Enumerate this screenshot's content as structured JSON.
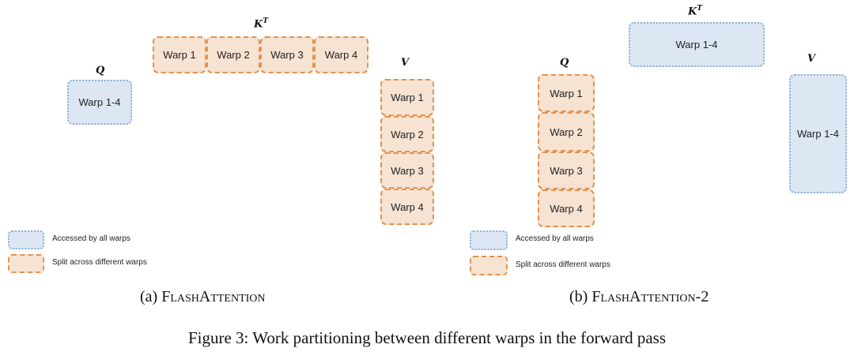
{
  "panel_a": {
    "q_label": "Q",
    "kt_label": {
      "base": "K",
      "sup": "T"
    },
    "v_label": "V",
    "q_box": "Warp 1-4",
    "kt_boxes": [
      "Warp 1",
      "Warp 2",
      "Warp 3",
      "Warp 4"
    ],
    "v_boxes": [
      "Warp 1",
      "Warp 2",
      "Warp 3",
      "Warp 4"
    ],
    "legend": {
      "shared": "Accessed by all warps",
      "split": "Split across different warps"
    },
    "caption_prefix": "(a) ",
    "caption_name": "FlashAttention"
  },
  "panel_b": {
    "q_label": "Q",
    "kt_label": {
      "base": "K",
      "sup": "T"
    },
    "v_label": "V",
    "q_boxes": [
      "Warp 1",
      "Warp 2",
      "Warp 3",
      "Warp 4"
    ],
    "kt_box": "Warp 1-4",
    "v_box": "Warp 1-4",
    "legend": {
      "shared": "Accessed by all warps",
      "split": "Split across different warps"
    },
    "caption_prefix": "(b) ",
    "caption_name": "FlashAttention-2"
  },
  "figure_caption": "Figure 3: Work partitioning between different warps in the forward pass",
  "colors": {
    "shared_fill": "#dce7f3",
    "shared_border": "#8fb0d6",
    "split_fill": "#f6e3d2",
    "split_border": "#e2934f"
  }
}
